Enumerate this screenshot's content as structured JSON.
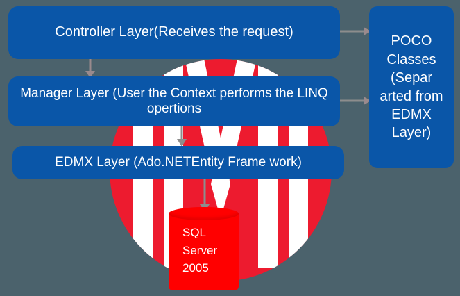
{
  "diagram": {
    "title": "MVC Entity Framework layered architecture",
    "background_color": "#4b626c",
    "box_color": "#0a56a8",
    "circle_color": "#ed1b2f",
    "cylinder_color": "#ff0000",
    "arrow_color": "#8d8d8d",
    "watermark_letter": "M"
  },
  "boxes": {
    "controller": {
      "label": "Controller Layer(Receives the request)"
    },
    "manager": {
      "label": "Manager Layer (User the Context performs the LINQ opertions"
    },
    "edmx": {
      "label": "EDMX Layer (Ado.NETEntity Frame work)"
    },
    "poco": {
      "label": "POCO Classes (Separ arted from EDMX Layer)"
    }
  },
  "database": {
    "lines": [
      "SQL",
      "Server",
      "2005"
    ],
    "label": "SQL Server 2005"
  },
  "arrows": [
    {
      "name": "controller-to-manager",
      "from": "controller",
      "to": "manager",
      "direction": "down"
    },
    {
      "name": "manager-to-edmx",
      "from": "manager",
      "to": "edmx",
      "direction": "down"
    },
    {
      "name": "edmx-to-sql-server",
      "from": "edmx",
      "to": "database",
      "direction": "down"
    },
    {
      "name": "controller-to-poco",
      "from": "controller",
      "to": "poco",
      "direction": "right"
    },
    {
      "name": "manager-to-poco",
      "from": "manager",
      "to": "poco",
      "direction": "right"
    }
  ]
}
